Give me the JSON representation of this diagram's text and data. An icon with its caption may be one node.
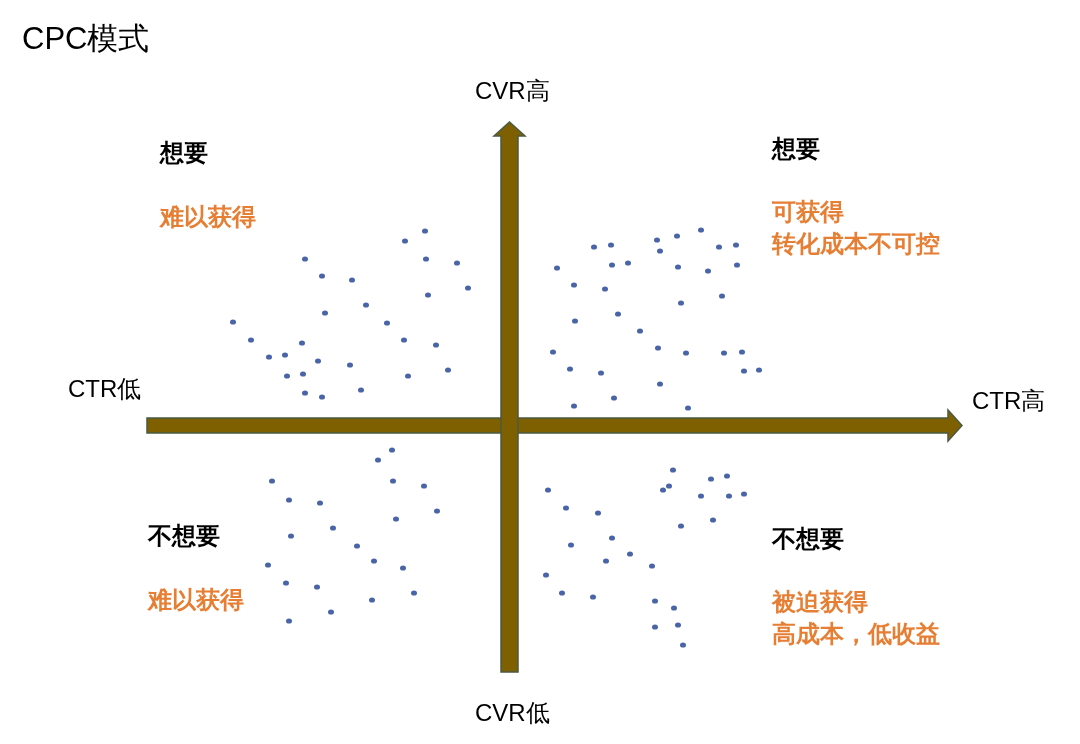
{
  "diagram": {
    "title": "CPC模式",
    "labels": [
      "CVR高",
      "想要",
      "想要",
      "难以获得",
      "可获得",
      "转化成本不可控",
      "CTR低",
      "CTR高",
      "不想要",
      "不想要",
      "难以获得",
      "被迫获得",
      "高成本，低收益",
      "CVR低"
    ]
  }
}
